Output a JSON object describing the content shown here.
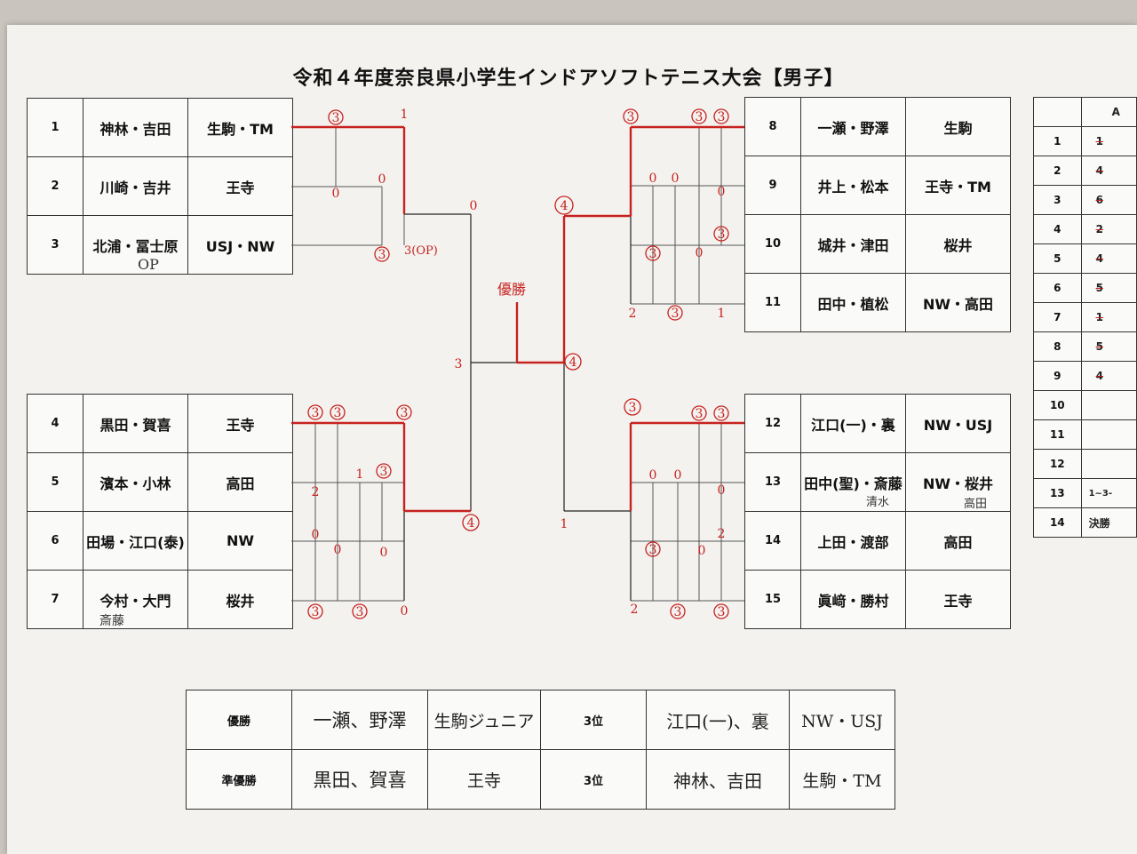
{
  "title": "令和４年度奈良県小学生インドアソフトテニス大会【男子】",
  "entries_left_top": [
    {
      "num": "1",
      "names": "神林・吉田",
      "club": "生駒・TM"
    },
    {
      "num": "2",
      "names": "川崎・吉井",
      "club": "王寺"
    },
    {
      "num": "3",
      "names": "北浦・冨士原",
      "club": "USJ・NW"
    }
  ],
  "entries_left_bottom": [
    {
      "num": "4",
      "names": "黒田・賀喜",
      "club": "王寺"
    },
    {
      "num": "5",
      "names": "濱本・小林",
      "club": "高田"
    },
    {
      "num": "6",
      "names": "田場・江口(泰)",
      "club": "NW"
    },
    {
      "num": "7",
      "names": "今村・大門",
      "club": "桜井"
    }
  ],
  "entries_right_top": [
    {
      "num": "8",
      "names": "一瀬・野澤",
      "club": "生駒"
    },
    {
      "num": "9",
      "names": "井上・松本",
      "club": "王寺・TM"
    },
    {
      "num": "10",
      "names": "城井・津田",
      "club": "桜井"
    },
    {
      "num": "11",
      "names": "田中・植松",
      "club": "NW・高田"
    }
  ],
  "entries_right_bottom": [
    {
      "num": "12",
      "names": "江口(一)・裏",
      "club": "NW・USJ"
    },
    {
      "num": "13",
      "names": "田中(聖)・斎藤",
      "club": "NW・桜井"
    },
    {
      "num": "14",
      "names": "上田・渡部",
      "club": "高田"
    },
    {
      "num": "15",
      "names": "眞﨑・勝村",
      "club": "王寺"
    }
  ],
  "handwritten_notes": {
    "op_under_3": "OP",
    "score_3_op": "3(OP)",
    "under_7": "斎藤",
    "under_13_names": "清水",
    "under_13_club": "高田"
  },
  "bracket_scores": {
    "champion_label": "優勝",
    "final_left": "3",
    "final_right": "4",
    "semi_top_left": "0",
    "semi_bottom_left": "4",
    "semi_top_right": "4",
    "semi_bottom_right": "1"
  },
  "side_table": {
    "header": "A",
    "rows": [
      {
        "n": "1",
        "v": "1"
      },
      {
        "n": "2",
        "v": "4"
      },
      {
        "n": "3",
        "v": "6"
      },
      {
        "n": "4",
        "v": "2"
      },
      {
        "n": "5",
        "v": "4"
      },
      {
        "n": "6",
        "v": "5"
      },
      {
        "n": "7",
        "v": "1"
      },
      {
        "n": "8",
        "v": "5"
      },
      {
        "n": "9",
        "v": "4"
      },
      {
        "n": "10",
        "v": ""
      },
      {
        "n": "11",
        "v": ""
      },
      {
        "n": "12",
        "v": ""
      },
      {
        "n": "13",
        "v": "1~3-"
      },
      {
        "n": "14",
        "v": "決勝"
      }
    ]
  },
  "results": {
    "champion_label": "優勝",
    "champion_names": "一瀬、野澤",
    "champion_club": "生駒ジュニア",
    "third1_label": "3位",
    "third1_names": "江口(一)、裏",
    "third1_club": "NW・USJ",
    "runnerup_label": "準優勝",
    "runnerup_names": "黒田、賀喜",
    "runnerup_club": "王寺",
    "third2_label": "3位",
    "third2_names": "神林、吉田",
    "third2_club": "生駒・TM"
  },
  "colors": {
    "red_ink": "#c7221f",
    "paper": "#f3f2ef",
    "background": "#c9c4bd"
  }
}
